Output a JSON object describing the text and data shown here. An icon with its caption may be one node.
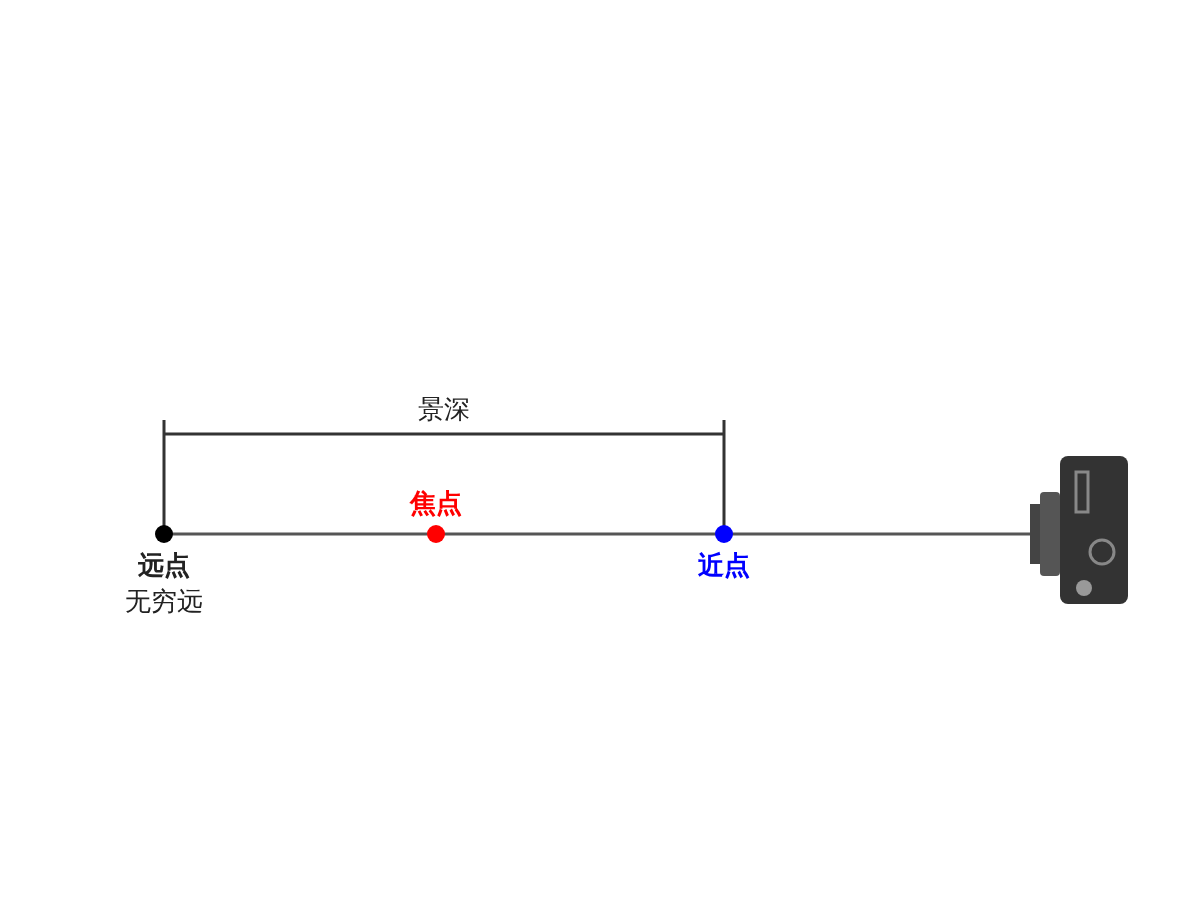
{
  "diagram": {
    "labels": [
      "景深",
      "焦点",
      "远点",
      "无穷远",
      "近点"
    ]
  }
}
